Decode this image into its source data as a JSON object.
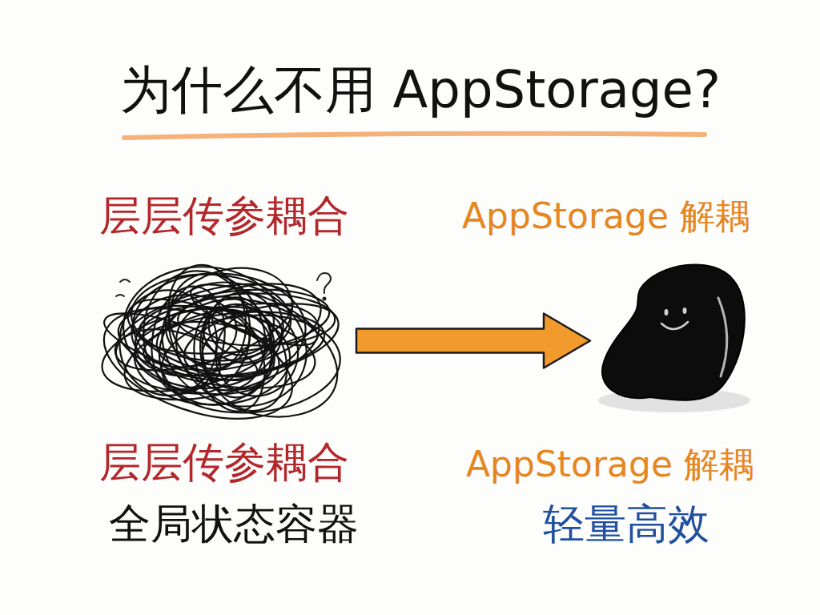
{
  "diagram": {
    "title": "为什么不用 AppStorage?",
    "nodes": [
      {
        "text": [
          "层层传参耦合",
          "层层传参耦合",
          "全局状态容器"
        ]
      },
      {
        "text": [
          "AppStorage 解耦",
          "AppStorage 解耦",
          "轻量高效"
        ]
      }
    ],
    "edges": [
      {
        "from": 0,
        "to": 1,
        "arrow": "to"
      }
    ]
  }
}
